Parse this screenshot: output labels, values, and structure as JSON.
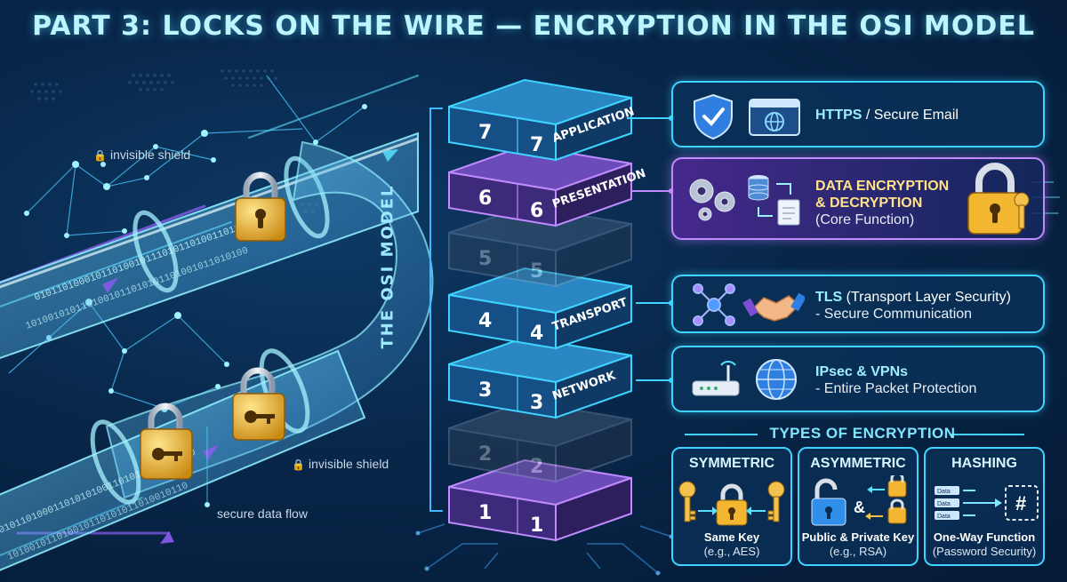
{
  "title": "PART 3: LOCKS ON THE WIRE — ENCRYPTION IN THE OSI MODEL",
  "left_labels": {
    "shield_top": "invisible shield",
    "shield_bottom": "invisible shield",
    "data_flow": "secure data flow"
  },
  "osi_vertical_label": "THE OSI MODEL",
  "layers": [
    {
      "num": "7",
      "name": "APPLICATION",
      "active": true,
      "color": "#3fd4ff"
    },
    {
      "num": "6",
      "name": "PRESENTATION",
      "active": true,
      "color": "#c08bff"
    },
    {
      "num": "5",
      "name": "",
      "active": false
    },
    {
      "num": "4",
      "name": "TRANSPORT",
      "active": true,
      "color": "#3fd4ff"
    },
    {
      "num": "3",
      "name": "NETWORK",
      "active": true,
      "color": "#3fd4ff"
    },
    {
      "num": "2",
      "name": "",
      "active": false
    },
    {
      "num": "1",
      "name": "",
      "active": true,
      "color": "#c08bff"
    }
  ],
  "cards": {
    "application": {
      "title": "HTTPS",
      "rest": " / Secure Email"
    },
    "presentation": {
      "line1": "DATA ENCRYPTION",
      "line2": "& DECRYPTION",
      "sub": "(Core Function)"
    },
    "transport": {
      "title": "TLS",
      "rest": " (Transport Layer Security)",
      "sub": "- Secure Communication"
    },
    "network": {
      "title": "IPsec & VPNs",
      "sub": "- Entire Packet Protection"
    }
  },
  "types": {
    "title": "TYPES OF ENCRYPTION",
    "symmetric": {
      "title": "SYMMETRIC",
      "desc": "Same Key",
      "example": "(e.g., AES)"
    },
    "asymmetric": {
      "title": "ASYMMETRIC",
      "desc": "Public & Private Key",
      "example": "(e.g., RSA)",
      "amp": "&"
    },
    "hashing": {
      "title": "HASHING",
      "desc": "One-Way Function",
      "example": "(Password Security)",
      "data_label": "Data",
      "hash_symbol": "#"
    }
  },
  "colors": {
    "cyan": "#3fd4ff",
    "purple": "#c08bff",
    "gold": "#f2c14e",
    "background": "#061a33"
  }
}
